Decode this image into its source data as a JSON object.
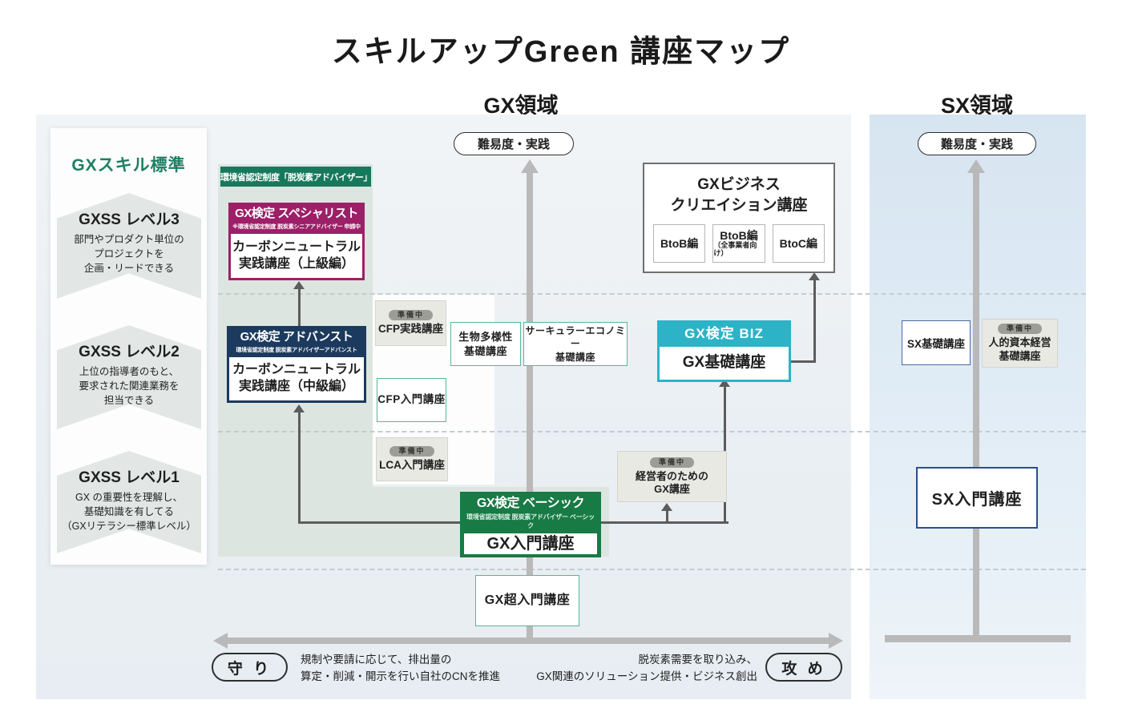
{
  "title": "スキルアップGreen 講座マップ",
  "regions": {
    "gx": {
      "label": "GX領域",
      "difficulty_pill": "難易度・実践"
    },
    "sx": {
      "label": "SX領域",
      "difficulty_pill": "難易度・実践"
    }
  },
  "skill_standard": {
    "title": "GXスキル標準",
    "levels": [
      {
        "name": "GXSS レベル3",
        "desc": "部門やプロダクト単位の\nプロジェクトを\n企画・リードできる"
      },
      {
        "name": "GXSS レベル2",
        "desc": "上位の指導者のもと、\n要求された関連業務を\n担当できる"
      },
      {
        "name": "GXSS レベル1",
        "desc": "GX の重要性を理解し、\n基礎知識を有してる\n（GXリテラシー標準レベル）"
      }
    ]
  },
  "ministry_header": "環境省認定制度「脱炭素アドバイザー」",
  "badge_preparing": "準備中",
  "certifications": {
    "specialist": {
      "title": "GX検定 スペシャリスト",
      "subtitle": "※環境省認定制度 脱炭素シニアアドバイザー 申請中",
      "course": "カーボンニュートラル\n実践講座（上級編）"
    },
    "advanced": {
      "title": "GX検定 アドバンスト",
      "subtitle": "環境省認定制度 脱炭素アドバイザーアドバンスト",
      "course": "カーボンニュートラル\n実践講座（中級編）"
    },
    "basic": {
      "title": "GX検定 ベーシック",
      "subtitle": "環境省認定制度 脱炭素アドバイザー ベーシック",
      "course": "GX入門講座"
    },
    "biz": {
      "title": "GX検定 BIZ",
      "course": "GX基礎講座"
    }
  },
  "business_creation": {
    "title": "GXビジネス\nクリエイション講座",
    "editions": [
      {
        "label": "BtoB編"
      },
      {
        "label": "BtoB編",
        "note": "（全事業者向け）"
      },
      {
        "label": "BtoC編"
      }
    ]
  },
  "gx_courses": {
    "cfp_practice": "CFP実践講座",
    "biodiversity": "生物多様性\n基礎講座",
    "circular_economy": "サーキュラーエコノミー\n基礎講座",
    "cfp_intro": "CFP入門講座",
    "lca_intro": "LCA入門講座",
    "executives": "経営者のための\nGX講座",
    "super_intro": "GX超入門講座"
  },
  "sx_courses": {
    "basic": "SX基礎講座",
    "human_capital": "人的資本経営\n基礎講座",
    "intro": "SX入門講座"
  },
  "bottom_axis": {
    "defense_label": "守 り",
    "defense_desc": "規制や要請に応じて、排出量の\n算定・削減・開示を行い自社のCNを推進",
    "offense_label": "攻 め",
    "offense_desc": "脱炭素需要を取り込み、\nGX関連のソリューション提供・ビジネス創出"
  },
  "colors": {
    "ministry_green": "#17795b",
    "specialist_purple": "#9d1f68",
    "advanced_navy": "#1b3a5d",
    "basic_green": "#187a45",
    "biz_cyan": "#2cb3c7",
    "teal_border": "#56b799",
    "sx_border": "#2f4d8f",
    "axis_gray": "#b9b9b9",
    "connector_gray": "#5c5c5c"
  }
}
